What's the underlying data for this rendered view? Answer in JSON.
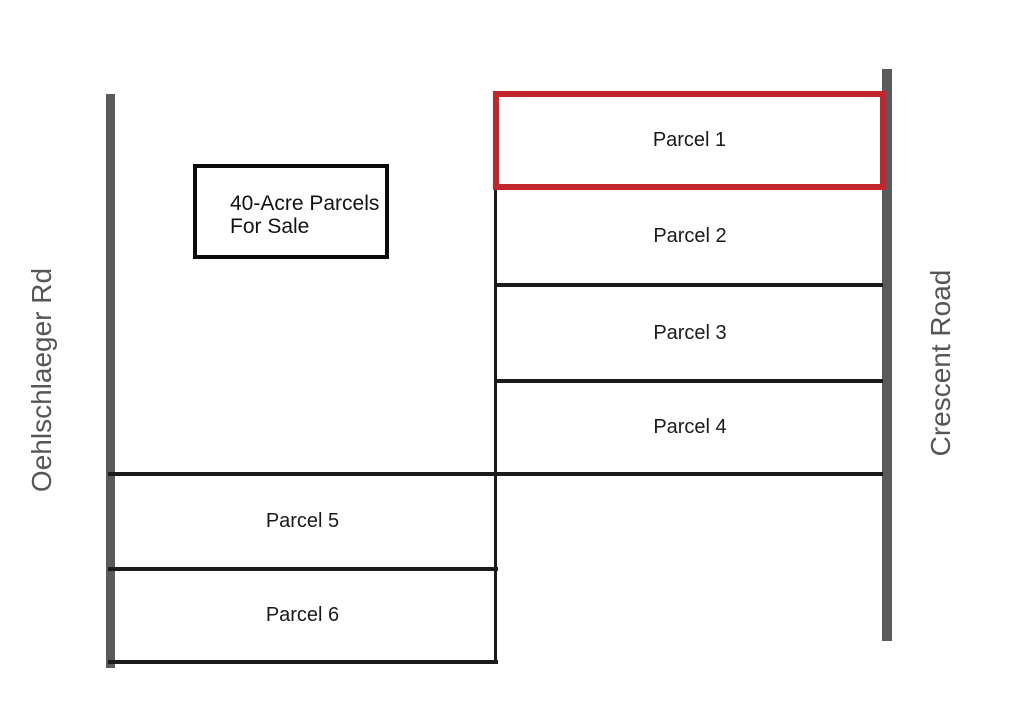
{
  "diagram": {
    "sign": {
      "line1": "40-Acre Parcels",
      "line2": "For Sale"
    },
    "roads": {
      "left": {
        "label": "Oehlschlaeger Rd"
      },
      "right": {
        "label": "Crescent Road"
      }
    },
    "parcels": [
      {
        "label": "Parcel 1",
        "highlighted": true
      },
      {
        "label": "Parcel 2",
        "highlighted": false
      },
      {
        "label": "Parcel 3",
        "highlighted": false
      },
      {
        "label": "Parcel 4",
        "highlighted": false
      },
      {
        "label": "Parcel 5",
        "highlighted": false
      },
      {
        "label": "Parcel 6",
        "highlighted": false
      }
    ],
    "colors": {
      "highlight": "#C2262C",
      "road": "#595A5C",
      "road_label": "#55565A",
      "boundary": "#1B1B1B",
      "parcel_text": "#1A1A1A"
    }
  }
}
